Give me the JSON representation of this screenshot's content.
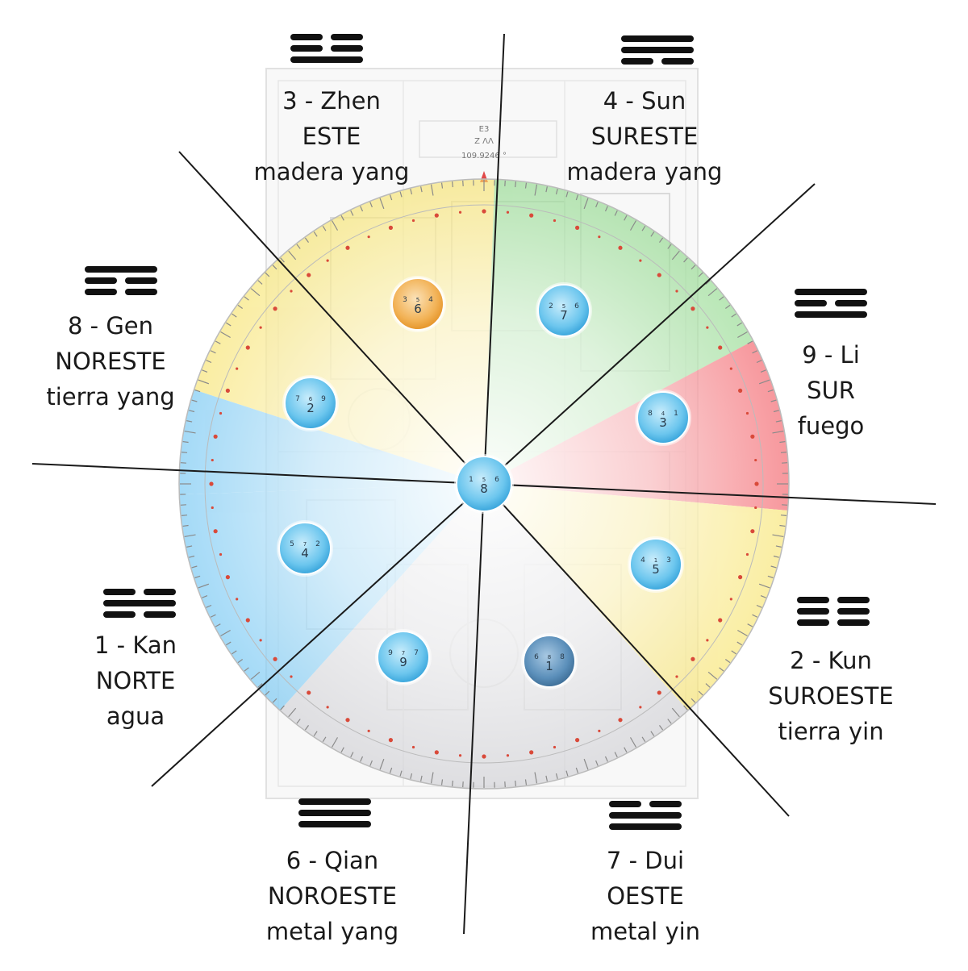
{
  "plan_readout": {
    "line1": "E3",
    "line2": "Z ɅΛ",
    "angle": "109.9246 °"
  },
  "colors": {
    "wood": "#8fd88a",
    "fire": "#f25a62",
    "earth": "#f7e36a",
    "water": "#6cc3f2",
    "metal": "#cfcfd3",
    "star_blue": "#4cb8e8",
    "star_orange": "#f0a540",
    "star_dark": "#4a7fa8",
    "ruler_dots": "#d94a3a"
  },
  "guas": [
    {
      "id": "zhen",
      "number_name": "3 - Zhen",
      "direction": "ESTE",
      "element": "madera yang",
      "lines": [
        "broken",
        "broken",
        "solid"
      ]
    },
    {
      "id": "sun",
      "number_name": "4 - Sun",
      "direction": "SURESTE",
      "element": "madera yang",
      "lines": [
        "solid",
        "solid",
        "broken"
      ]
    },
    {
      "id": "li",
      "number_name": "9 - Li",
      "direction": "SUR",
      "element": "fuego",
      "lines": [
        "solid",
        "broken",
        "solid"
      ]
    },
    {
      "id": "kun",
      "number_name": "2 - Kun",
      "direction": "SUROESTE",
      "element": "tierra yin",
      "lines": [
        "broken",
        "broken",
        "broken"
      ]
    },
    {
      "id": "dui",
      "number_name": "7 - Dui",
      "direction": "OESTE",
      "element": "metal yin",
      "lines": [
        "broken",
        "solid",
        "solid"
      ]
    },
    {
      "id": "qian",
      "number_name": "6 - Qian",
      "direction": "NOROESTE",
      "element": "metal yang",
      "lines": [
        "solid",
        "solid",
        "solid"
      ]
    },
    {
      "id": "kan",
      "number_name": "1 - Kan",
      "direction": "NORTE",
      "element": "agua",
      "lines": [
        "broken",
        "solid",
        "broken"
      ]
    },
    {
      "id": "gen",
      "number_name": "8 - Gen",
      "direction": "NORESTE",
      "element": "tierra yang",
      "lines": [
        "solid",
        "broken",
        "broken"
      ]
    }
  ],
  "stars": [
    {
      "id": "center",
      "main": "8",
      "left": "1",
      "right": "6",
      "top": "5",
      "color": "blue"
    },
    {
      "id": "n-east",
      "main": "6",
      "left": "3",
      "right": "4",
      "top": "5",
      "color": "orange"
    },
    {
      "id": "se",
      "main": "7",
      "left": "2",
      "right": "6",
      "top": "5",
      "color": "blue"
    },
    {
      "id": "ne",
      "main": "2",
      "left": "7",
      "right": "9",
      "top": "6",
      "color": "blue"
    },
    {
      "id": "s",
      "main": "3",
      "left": "8",
      "right": "1",
      "top": "4",
      "color": "blue"
    },
    {
      "id": "n",
      "main": "4",
      "left": "5",
      "right": "2",
      "top": "7",
      "color": "blue"
    },
    {
      "id": "sw",
      "main": "5",
      "left": "4",
      "right": "3",
      "top": "1",
      "color": "blue"
    },
    {
      "id": "nw",
      "main": "9",
      "left": "9",
      "right": "7",
      "top": "7",
      "color": "blue"
    },
    {
      "id": "w",
      "main": "1",
      "left": "6",
      "right": "8",
      "top": "8",
      "color": "dark"
    }
  ]
}
